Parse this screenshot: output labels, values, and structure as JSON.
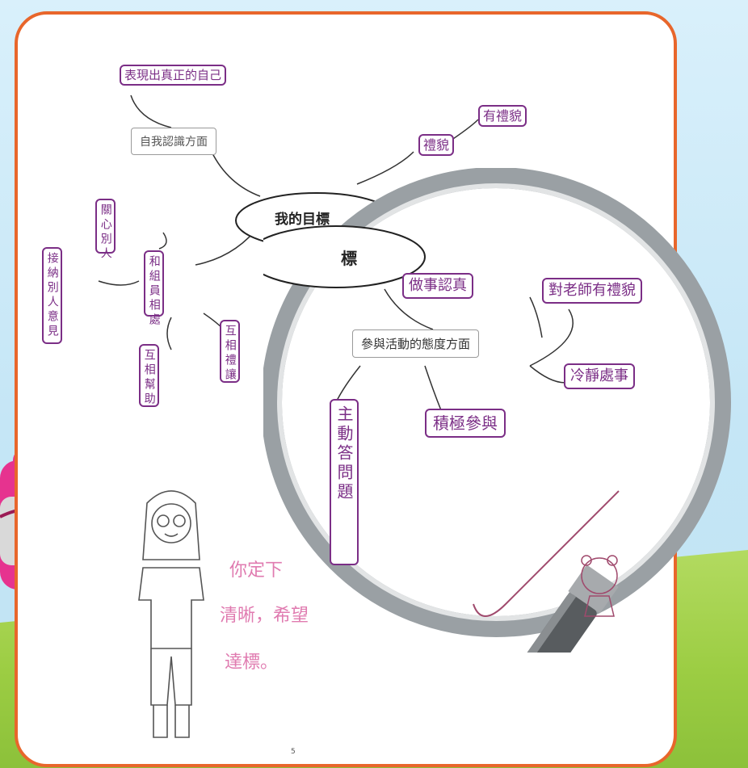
{
  "worksheet": {
    "goal_center": "我的目標",
    "goal_center_zoom": "標",
    "self_awareness_label": "自我認識方面",
    "self_awareness_item": "表現出真正的自己",
    "manners_item": "禮貌",
    "manners_sub": "有禮貌",
    "care_item": "關心別人",
    "accept_item": "接納別人意見",
    "group_item": "和組員相處",
    "mutual_help": "互相幫助",
    "mutual_respect": "互相禮讓",
    "activity_label": "參與活動的態度方面",
    "serious_item": "做事認真",
    "teacher_item": "對老師有禮貌",
    "calm_item": "冷靜處事",
    "active_item": "積極參與",
    "proactive_item": "主動答問題",
    "teacher_comment_line1": "你定下",
    "teacher_comment_line2": "清晰，希望",
    "teacher_comment_line3": "達標。",
    "page_number": "5"
  },
  "colors": {
    "frame_border": "#e8662b",
    "ink": "#7b2e86",
    "comment_pink": "#e07bb0",
    "bag_pink": "#e6338f",
    "grass": "#9ccd43",
    "sky": "#cfe8f5"
  },
  "icons": [
    "magnifying-glass-icon",
    "backpack-icon",
    "girl-drawing-icon",
    "bear-doodle-icon"
  ]
}
